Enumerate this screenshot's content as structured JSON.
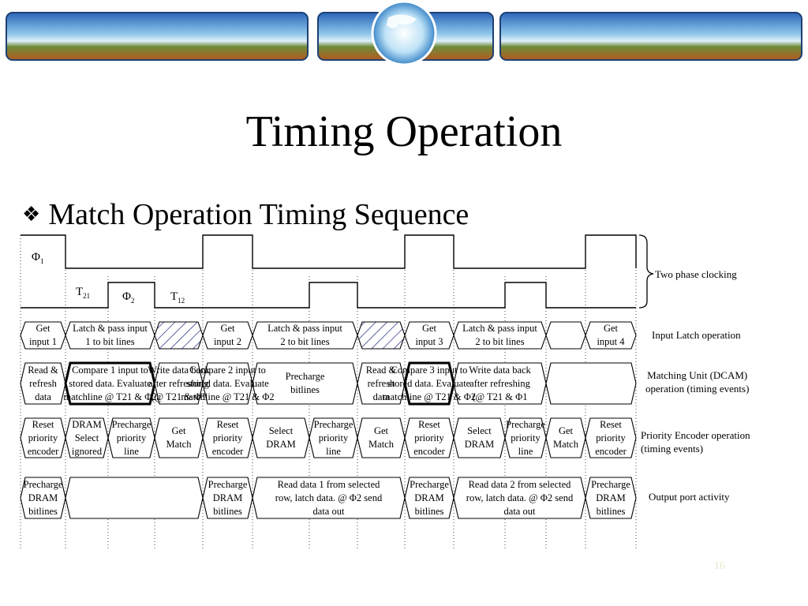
{
  "slide": {
    "title": "Timing Operation",
    "bullet": "Match Operation Timing Sequence",
    "bullet_icon": "diamond-bullet-icon",
    "page_number": "16"
  },
  "waveform": {
    "phi1_label": "Φ1",
    "phi2_label": "Φ2",
    "t21_label": "T21",
    "t12_label": "T12"
  },
  "row_labels": {
    "clocking": "Two phase clocking",
    "input_latch": "Input Latch operation",
    "matching_unit": [
      "Matching Unit (DCAM)",
      "operation (timing events)"
    ],
    "priority_encoder": [
      "Priority Encoder operation",
      "(timing events)"
    ],
    "output_port": "Output port activity"
  },
  "rows": {
    "input_latch": [
      {
        "lines": [
          "Get",
          "input 1"
        ]
      },
      {
        "lines": [
          "Latch & pass input",
          "1 to bit lines"
        ]
      },
      {
        "lines": []
      },
      {
        "lines": [
          "Get",
          "input 2"
        ]
      },
      {
        "lines": [
          "Latch & pass input",
          "2 to bit lines"
        ]
      },
      {
        "lines": []
      },
      {
        "lines": [
          "Get",
          "input 3"
        ]
      },
      {
        "lines": [
          "Latch & pass input",
          "2 to bit lines"
        ]
      },
      {
        "lines": []
      },
      {
        "lines": [
          "Get",
          "input 4"
        ]
      }
    ],
    "matching_unit": [
      {
        "lines": [
          "Read &",
          "refresh",
          "data"
        ]
      },
      {
        "lines": [
          "Compare 1 input to",
          "stored data. Evaluate",
          "matchline @ T21 & Φ2"
        ]
      },
      {
        "lines": [
          "Write data back",
          "after refreshing",
          "(@ T21 & Φ1"
        ]
      },
      {
        "lines": [
          "Compare  2 input to",
          "stored data. Evaluate",
          "matchline @ T21 & Φ2"
        ]
      },
      {
        "lines": [
          "Precharge",
          "bitlines"
        ]
      },
      {
        "lines": [
          "Read &",
          "refresh",
          "data"
        ]
      },
      {
        "lines": [
          "Compare  3 input to",
          "stored data. Evaluate",
          "matchline @ T21 & Φ2"
        ]
      },
      {
        "lines": [
          "Write data back",
          "after refreshing",
          "(@ T21 & Φ1"
        ]
      }
    ],
    "priority_encoder": [
      {
        "lines": [
          "Reset",
          "priority",
          "encoder"
        ]
      },
      {
        "lines": [
          "DRAM",
          "Select",
          "ignored"
        ]
      },
      {
        "lines": [
          "Precharge",
          "priority",
          "line"
        ]
      },
      {
        "lines": [
          "Get",
          "Match"
        ]
      },
      {
        "lines": [
          "Reset",
          "priority",
          "encoder"
        ]
      },
      {
        "lines": [
          "Select",
          "DRAM"
        ]
      },
      {
        "lines": [
          "Precharge",
          "priority",
          "line"
        ]
      },
      {
        "lines": [
          "Get",
          "Match"
        ]
      },
      {
        "lines": [
          "Reset",
          "priority",
          "encoder"
        ]
      },
      {
        "lines": [
          "Select",
          "DRAM"
        ]
      },
      {
        "lines": [
          "Precharge",
          "priority",
          "line"
        ]
      },
      {
        "lines": [
          "Get",
          "Match"
        ]
      },
      {
        "lines": [
          "Reset",
          "priority",
          "encoder"
        ]
      }
    ],
    "output_port": [
      {
        "lines": [
          "Precharge",
          "DRAM",
          "bitlines"
        ]
      },
      {
        "lines": []
      },
      {
        "lines": [
          "Precharge",
          "DRAM",
          "bitlines"
        ]
      },
      {
        "lines": [
          "Read data 1 from selected",
          "row, latch data. @  Φ2 send",
          "data out"
        ]
      },
      {
        "lines": [
          "Precharge",
          "DRAM",
          "bitlines"
        ]
      },
      {
        "lines": [
          "Read data 2 from selected",
          "row, latch data. @  Φ2 send",
          "data out"
        ]
      },
      {
        "lines": [
          "Precharge",
          "DRAM",
          "bitlines"
        ]
      }
    ]
  }
}
